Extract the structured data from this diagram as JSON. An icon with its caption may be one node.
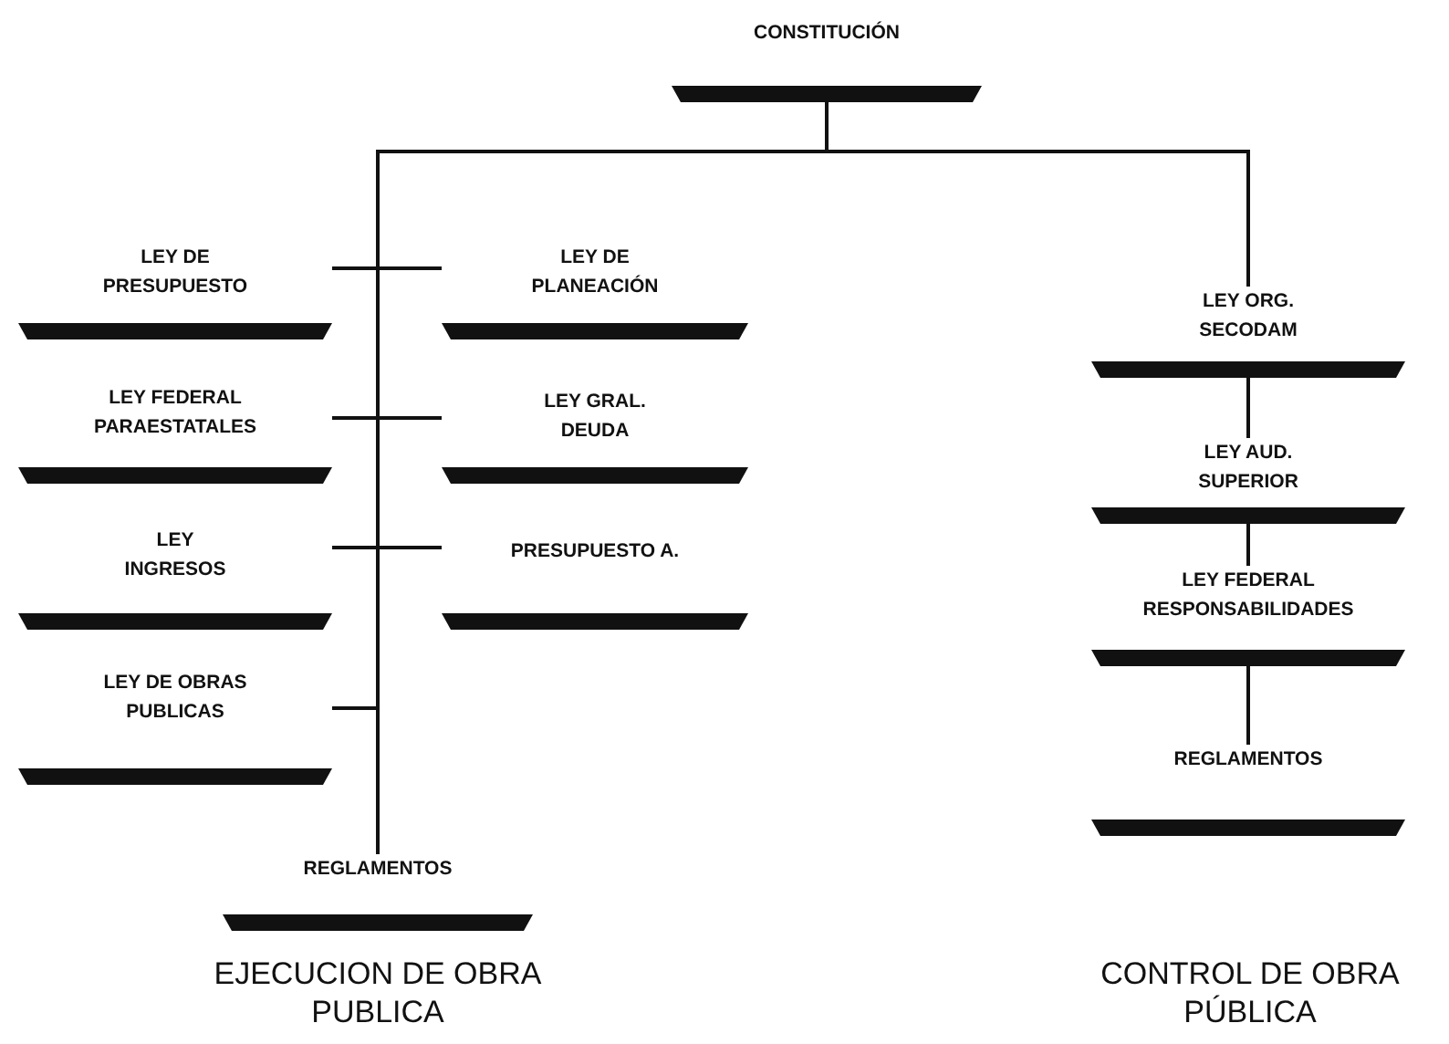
{
  "diagram": {
    "nodes": [
      {
        "text": [
          "CONSTITUCIÓN"
        ]
      },
      {
        "text": [
          "LEY DE PRESUPUESTO"
        ]
      },
      {
        "text": [
          "LEY DE PLANEACIÓN"
        ]
      },
      {
        "text": [
          "LEY FEDERAL PARAESTATALES"
        ]
      },
      {
        "text": [
          "LEY GRAL. DEUDA"
        ]
      },
      {
        "text": [
          "LEY INGRESOS"
        ]
      },
      {
        "text": [
          "PRESUPUESTO A."
        ]
      },
      {
        "text": [
          "LEY DE OBRAS PUBLICAS"
        ]
      },
      {
        "text": [
          "REGLAMENTOS"
        ]
      },
      {
        "text": [
          "LEY ORG. SECODAM"
        ]
      },
      {
        "text": [
          "LEY AUD. SUPERIOR"
        ]
      },
      {
        "text": [
          "LEY FEDERAL RESPONSABILIDADES"
        ]
      },
      {
        "text": [
          "REGLAMENTOS"
        ]
      }
    ],
    "edges": [
      {
        "from": 0,
        "to": 1,
        "arrow": "none"
      },
      {
        "from": 0,
        "to": 2,
        "arrow": "none"
      },
      {
        "from": 0,
        "to": 3,
        "arrow": "none"
      },
      {
        "from": 0,
        "to": 4,
        "arrow": "none"
      },
      {
        "from": 0,
        "to": 5,
        "arrow": "none"
      },
      {
        "from": 0,
        "to": 6,
        "arrow": "none"
      },
      {
        "from": 0,
        "to": 7,
        "arrow": "none"
      },
      {
        "from": 0,
        "to": 8,
        "arrow": "none"
      },
      {
        "from": 0,
        "to": 9,
        "arrow": "none"
      },
      {
        "from": 9,
        "to": 10,
        "arrow": "none"
      },
      {
        "from": 10,
        "to": 11,
        "arrow": "none"
      },
      {
        "from": 11,
        "to": 12,
        "arrow": "none"
      }
    ],
    "labels": [
      "EJECUCION DE OBRA PUBLICA",
      "CONTROL DE OBRA PÚBLICA"
    ]
  }
}
